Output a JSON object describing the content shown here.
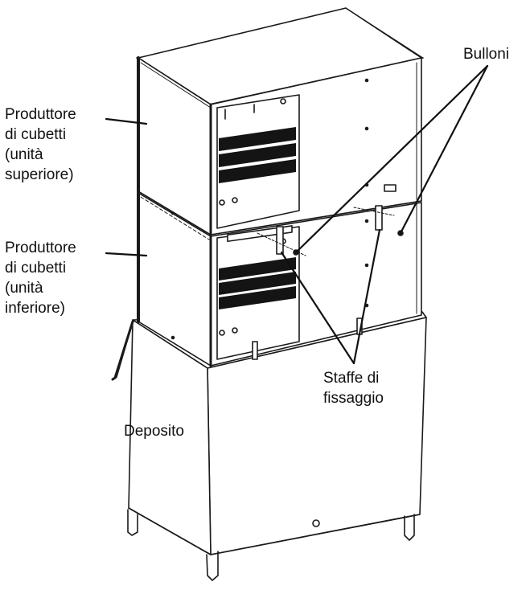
{
  "labels": {
    "upper_unit": [
      "Produttore",
      "di cubetti",
      "(unità",
      "superiore)"
    ],
    "lower_unit": [
      "Produttore",
      "di cubetti",
      "(unità",
      "inferiore)"
    ],
    "bolts": "Bulloni",
    "brackets": [
      "Staffe di",
      "fissaggio"
    ],
    "bin": "Deposito"
  },
  "colors": {
    "line": "#1a1a1a",
    "louver": "#141414",
    "background": "#ffffff"
  }
}
